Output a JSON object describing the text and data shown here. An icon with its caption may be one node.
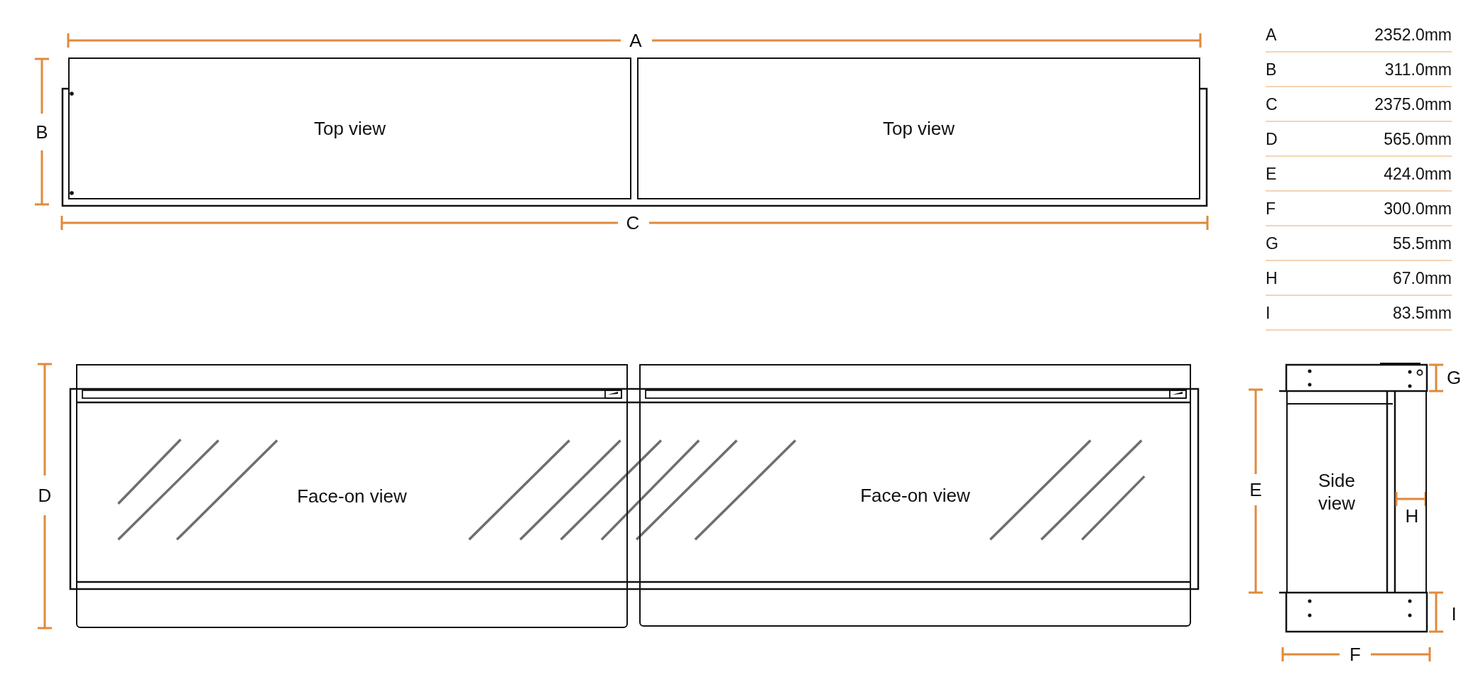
{
  "diagram": {
    "nodes": [
      {
        "text": [
          "Top view"
        ]
      },
      {
        "text": [
          "Top view"
        ]
      },
      {
        "text": [
          "Face-on view"
        ]
      },
      {
        "text": [
          "Face-on view"
        ]
      },
      {
        "text": [
          "Side view"
        ]
      }
    ],
    "labels": [
      "A",
      "B",
      "C",
      "D",
      "E",
      "G",
      "H",
      "I",
      "F",
      "A",
      "2352.0mm",
      "B",
      "311.0mm",
      "C",
      "2375.0mm",
      "D",
      "565.0mm",
      "E",
      "424.0mm",
      "F",
      "300.0mm",
      "G",
      "55.5mm",
      "H",
      "67.0mm",
      "I",
      "83.5mm"
    ]
  }
}
